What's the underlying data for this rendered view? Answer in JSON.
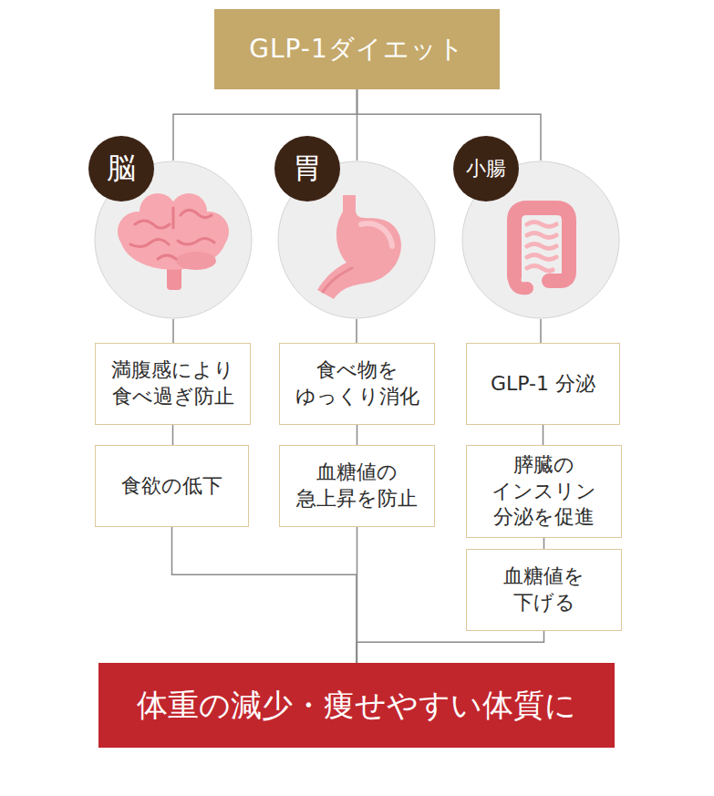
{
  "diagram": {
    "nodes": [
      {
        "text": [
          "GLP-1ダイエット"
        ]
      },
      {
        "text": [
          "脳"
        ]
      },
      {
        "text": [
          "胃"
        ]
      },
      {
        "text": [
          "小腸"
        ]
      },
      {
        "text": [
          "満腹感により 食べ過ぎ防止"
        ]
      },
      {
        "text": [
          "食べ物を ゆっくり消化"
        ]
      },
      {
        "text": [
          "GLP-1 分泌"
        ]
      },
      {
        "text": [
          "食欲の低下"
        ]
      },
      {
        "text": [
          "血糖値の 急上昇を防止"
        ]
      },
      {
        "text": [
          "膵臓の インスリン 分泌を促進"
        ]
      },
      {
        "text": [
          "血糖値を 下げる"
        ]
      },
      {
        "text": [
          "体重の減少・痩せやすい体質に"
        ]
      }
    ],
    "edges": [
      {
        "from": 0,
        "to": 1,
        "arrow": "none"
      },
      {
        "from": 0,
        "to": 2,
        "arrow": "none"
      },
      {
        "from": 0,
        "to": 3,
        "arrow": "none"
      },
      {
        "from": 1,
        "to": 4,
        "arrow": "none"
      },
      {
        "from": 2,
        "to": 5,
        "arrow": "none"
      },
      {
        "from": 3,
        "to": 6,
        "arrow": "none"
      },
      {
        "from": 4,
        "to": 7,
        "arrow": "none"
      },
      {
        "from": 5,
        "to": 8,
        "arrow": "none"
      },
      {
        "from": 6,
        "to": 9,
        "arrow": "none"
      },
      {
        "from": 9,
        "to": 10,
        "arrow": "none"
      },
      {
        "from": 7,
        "to": 11,
        "arrow": "none"
      },
      {
        "from": 8,
        "to": 11,
        "arrow": "none"
      },
      {
        "from": 10,
        "to": 11,
        "arrow": "none"
      }
    ]
  }
}
